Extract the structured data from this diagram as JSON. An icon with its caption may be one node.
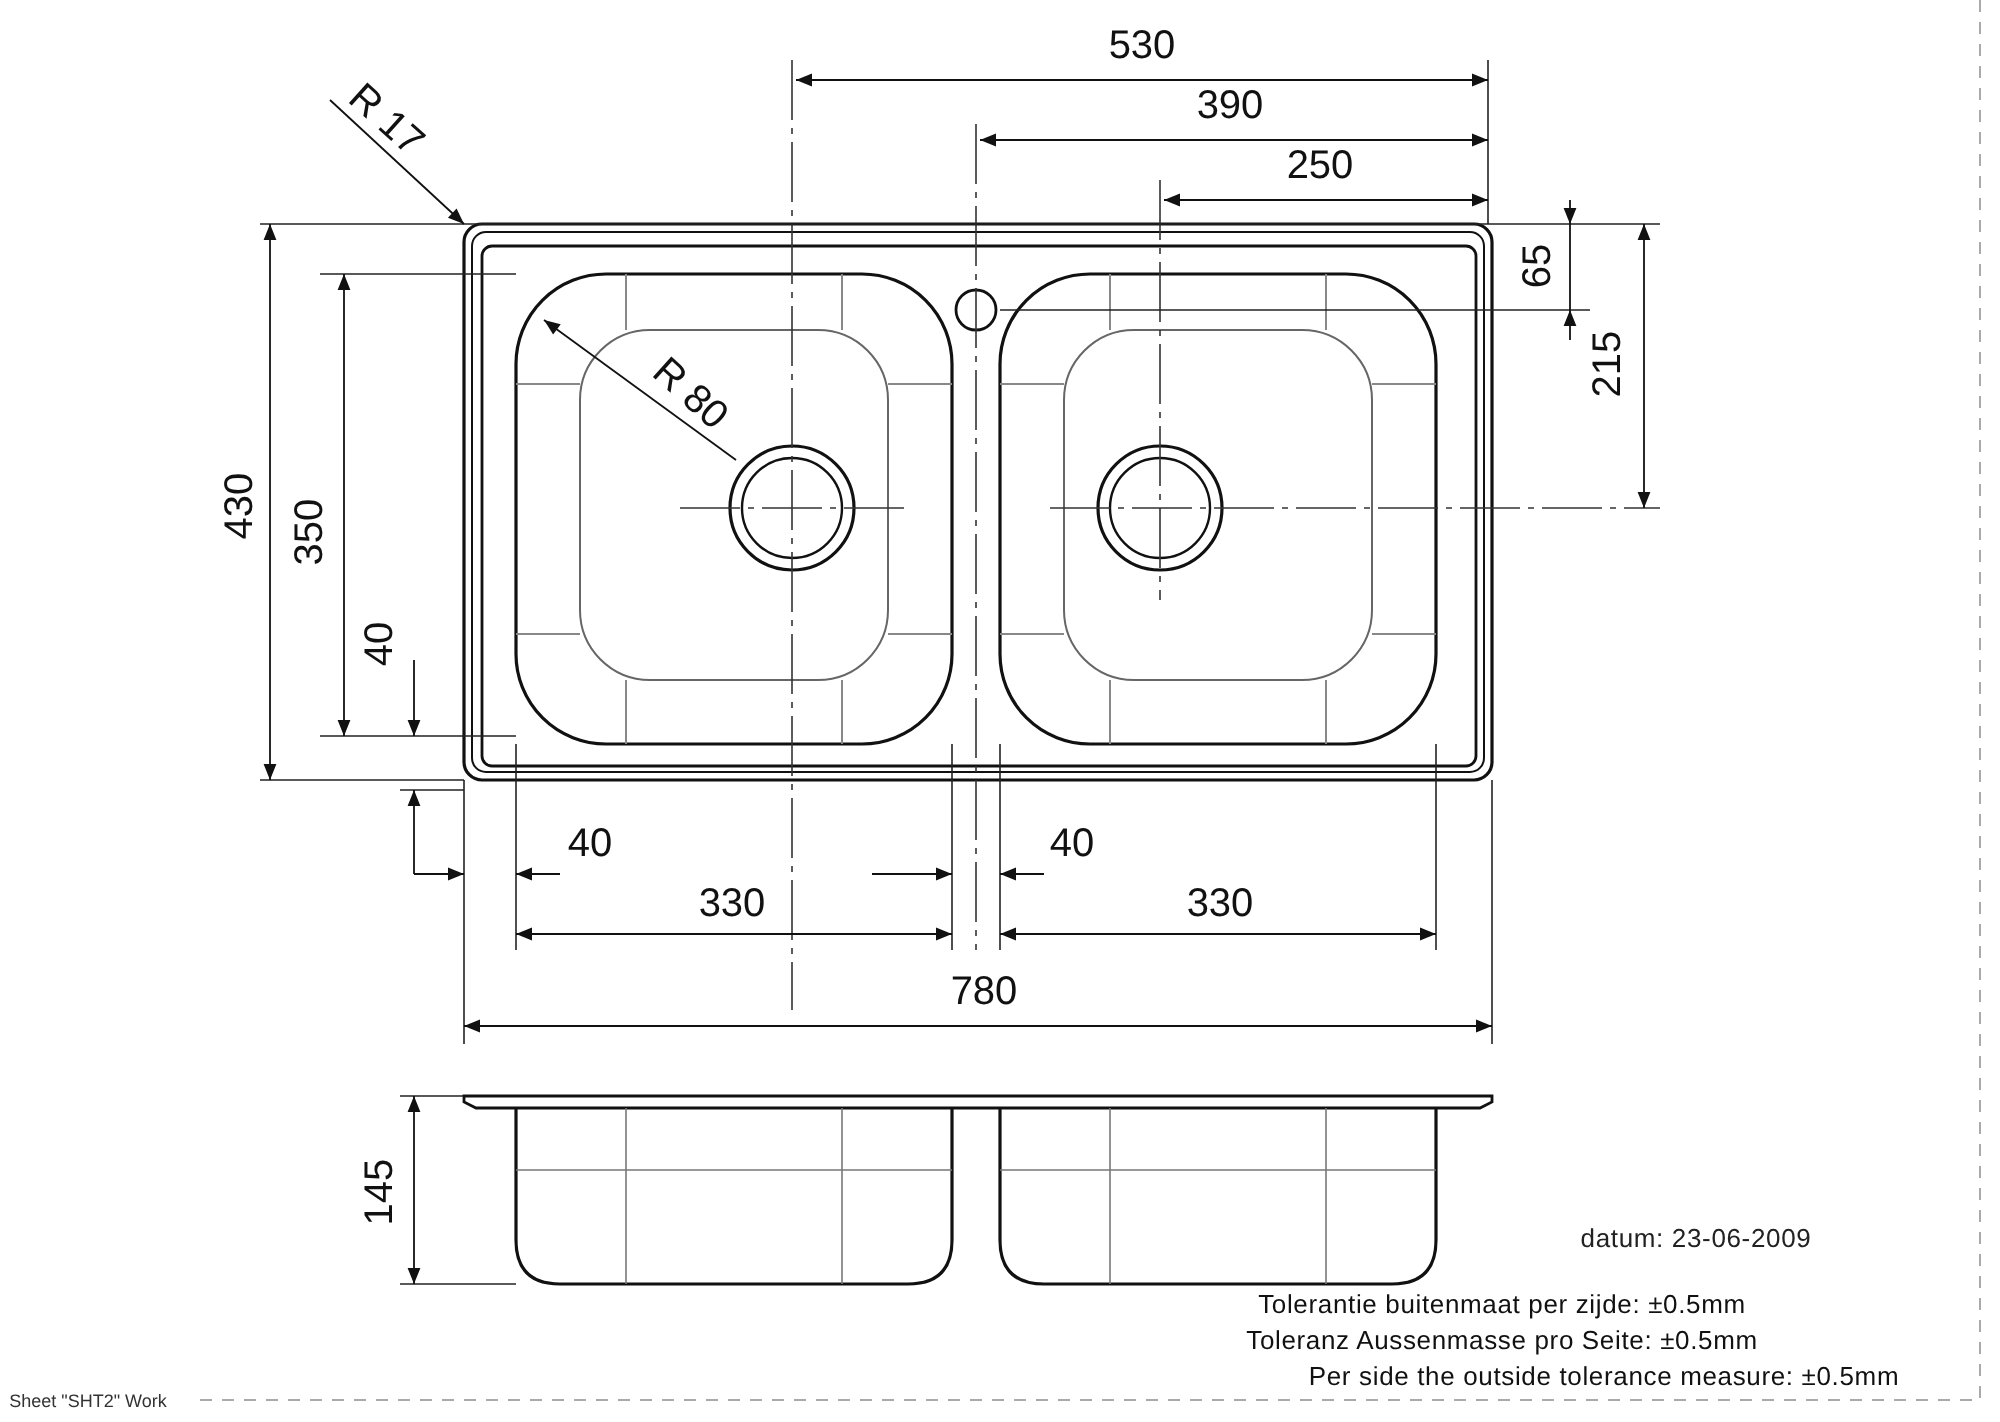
{
  "diagram": {
    "nodes": [
      {
        "text": [
          "R 17"
        ]
      },
      {
        "text": [
          "R 80"
        ]
      }
    ],
    "edges": [
      {
        "from": 0,
        "to": null,
        "arrow": "to"
      },
      {
        "from": 1,
        "to": null,
        "arrow": "to"
      }
    ],
    "labels": [
      "530",
      "390",
      "250",
      "65",
      "215",
      "430",
      "350",
      "40",
      "40",
      "40",
      "330",
      "330",
      "780",
      "145",
      "datum: 23-06-2009",
      "Tolerantie buitenmaat per zijde: ±0.5mm",
      "Toleranz Aussenmasse pro Seite: ±0.5mm",
      "Per side the outside tolerance measure: ±0.5mm",
      "Sheet \"SHT2\" Work"
    ]
  }
}
